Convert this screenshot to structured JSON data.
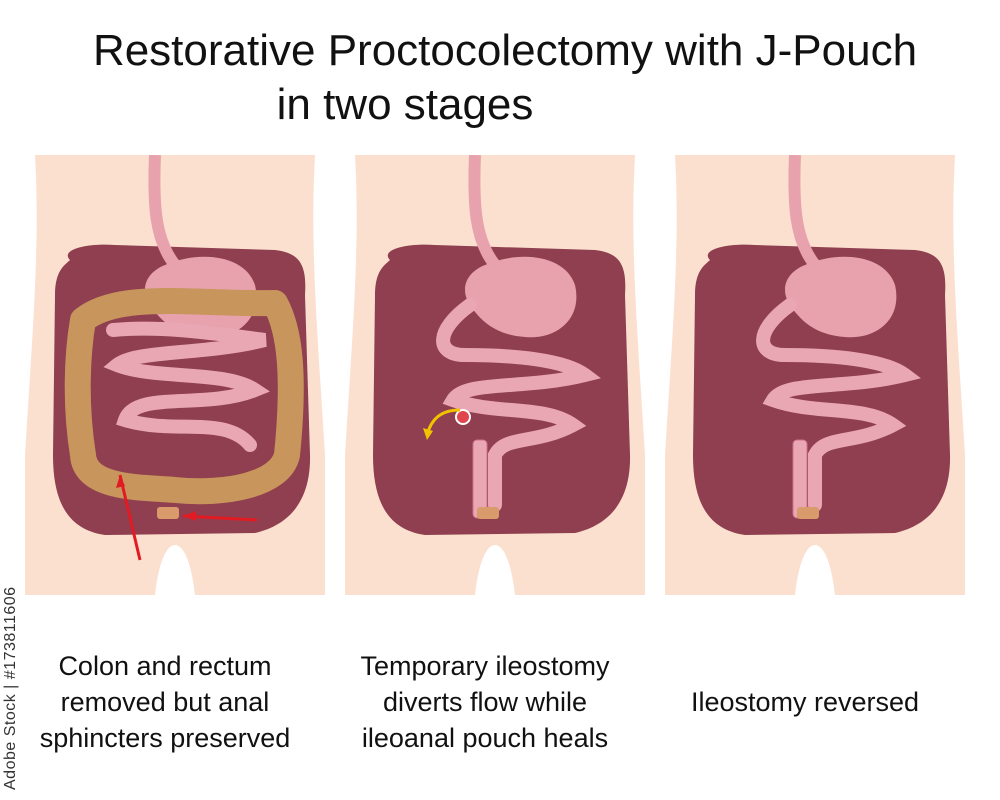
{
  "title": {
    "line1": "Restorative Proctocolectomy with J-Pouch",
    "line2": "in two stages"
  },
  "panels": [
    {
      "caption": [
        "Colon and rectum",
        "removed but anal",
        "sphincters preserved"
      ]
    },
    {
      "caption": [
        "Temporary ileostomy",
        "diverts flow while",
        "ileoanal pouch heals"
      ]
    },
    {
      "caption": [
        "Ileostomy reversed"
      ]
    }
  ],
  "credit": "Adobe Stock | #173811606",
  "colors": {
    "skin": "#fbe0cf",
    "cavity": "#8f3f4f",
    "intestine": "#e9a7b3",
    "stomach": "#e7a2ad",
    "colon": "#c8955c",
    "arrow_red": "#e21b23",
    "arrow_yellow": "#f2c200"
  }
}
